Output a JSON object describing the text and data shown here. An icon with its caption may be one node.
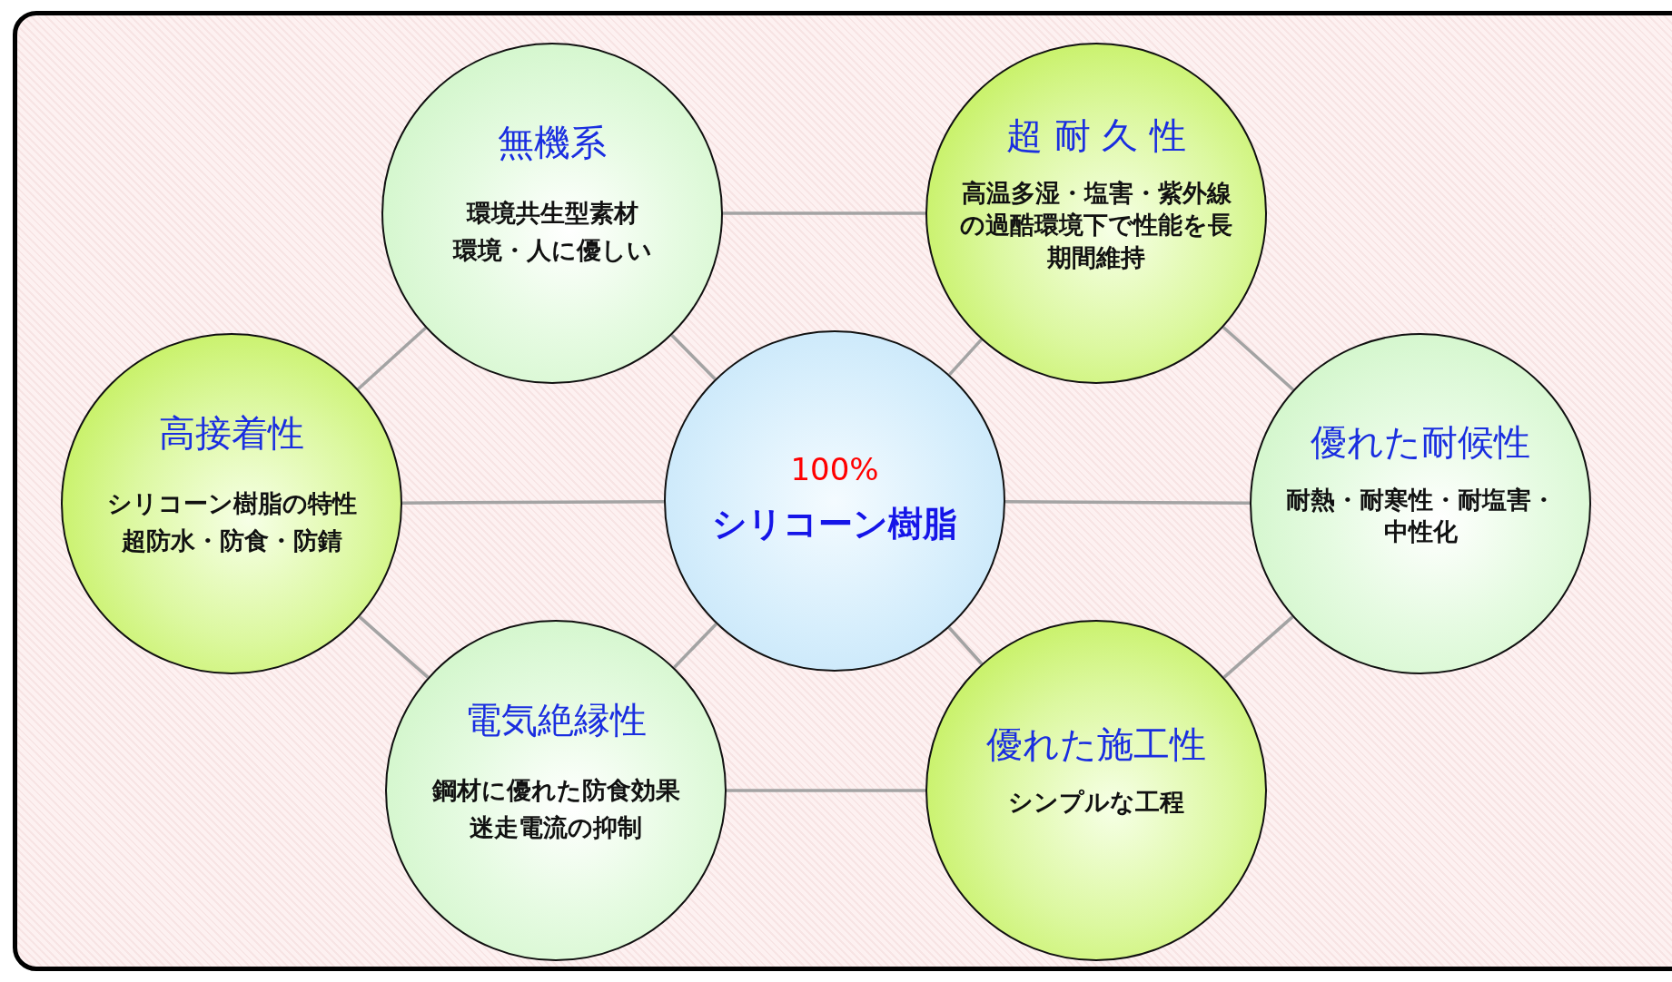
{
  "diagram": {
    "nodes": [
      {
        "text": [
          "無機系",
          "環境共生型素材",
          "環境・人に優しい"
        ]
      },
      {
        "text": [
          "超 耐 久 性",
          "高温多湿・塩害・紫外線の過酷環境下で性能を長期間維持"
        ]
      },
      {
        "text": [
          "高接着性",
          "シリコーン樹脂の特性",
          "超防水・防食・防錆"
        ]
      },
      {
        "text": [
          "100%",
          "シリコーン樹脂"
        ]
      },
      {
        "text": [
          "優れた耐候性",
          "耐熱・耐寒性・耐塩害・中性化"
        ]
      },
      {
        "text": [
          "電気絶縁性",
          "鋼材に優れた防食効果",
          "迷走電流の抑制"
        ]
      },
      {
        "text": [
          "優れた施工性",
          "シンプルな工程"
        ]
      }
    ],
    "edges": [
      {
        "from": 0,
        "to": 1,
        "arrow": "none"
      },
      {
        "from": 1,
        "to": 4,
        "arrow": "none"
      },
      {
        "from": 4,
        "to": 6,
        "arrow": "none"
      },
      {
        "from": 6,
        "to": 5,
        "arrow": "none"
      },
      {
        "from": 5,
        "to": 2,
        "arrow": "none"
      },
      {
        "from": 2,
        "to": 0,
        "arrow": "none"
      },
      {
        "from": 3,
        "to": 0,
        "arrow": "none"
      },
      {
        "from": 3,
        "to": 1,
        "arrow": "none"
      },
      {
        "from": 3,
        "to": 2,
        "arrow": "none"
      },
      {
        "from": 3,
        "to": 4,
        "arrow": "none"
      },
      {
        "from": 3,
        "to": 5,
        "arrow": "none"
      },
      {
        "from": 3,
        "to": 6,
        "arrow": "none"
      }
    ]
  }
}
